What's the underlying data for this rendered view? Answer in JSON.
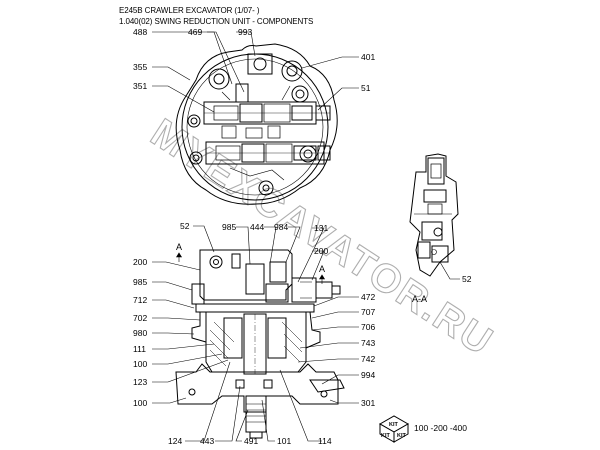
{
  "header": {
    "title": "E245B CRAWLER EXCAVATOR (1/07- )",
    "subtitle": "1.040(02) SWING REDUCTION UNIT - COMPONENTS"
  },
  "callouts": {
    "c488": "488",
    "c469": "469",
    "c993": "993",
    "c355": "355",
    "c401": "401",
    "c351": "351",
    "c51": "51",
    "c52_top": "52",
    "c985_top": "985",
    "c444": "444",
    "c984": "984",
    "c131": "131",
    "c200_left": "200",
    "c200_right": "200",
    "c985_left": "985",
    "c712": "712",
    "c702": "702",
    "c980": "980",
    "c111": "111",
    "c100_a": "100",
    "c123": "123",
    "c100_b": "100",
    "c472": "472",
    "c707": "707",
    "c706": "706",
    "c743": "743",
    "c742": "742",
    "c994": "994",
    "c301": "301",
    "c124": "124",
    "c443": "443",
    "c491": "491",
    "c101": "101",
    "c114": "114",
    "c52_side": "52"
  },
  "section": {
    "a_left": "A",
    "a_right": "A",
    "view_label": "A-A"
  },
  "kit": {
    "badge": "KIT",
    "refs": "100 -200 -400"
  },
  "watermark": {
    "text": "MYEXCAVATOR.RU"
  }
}
